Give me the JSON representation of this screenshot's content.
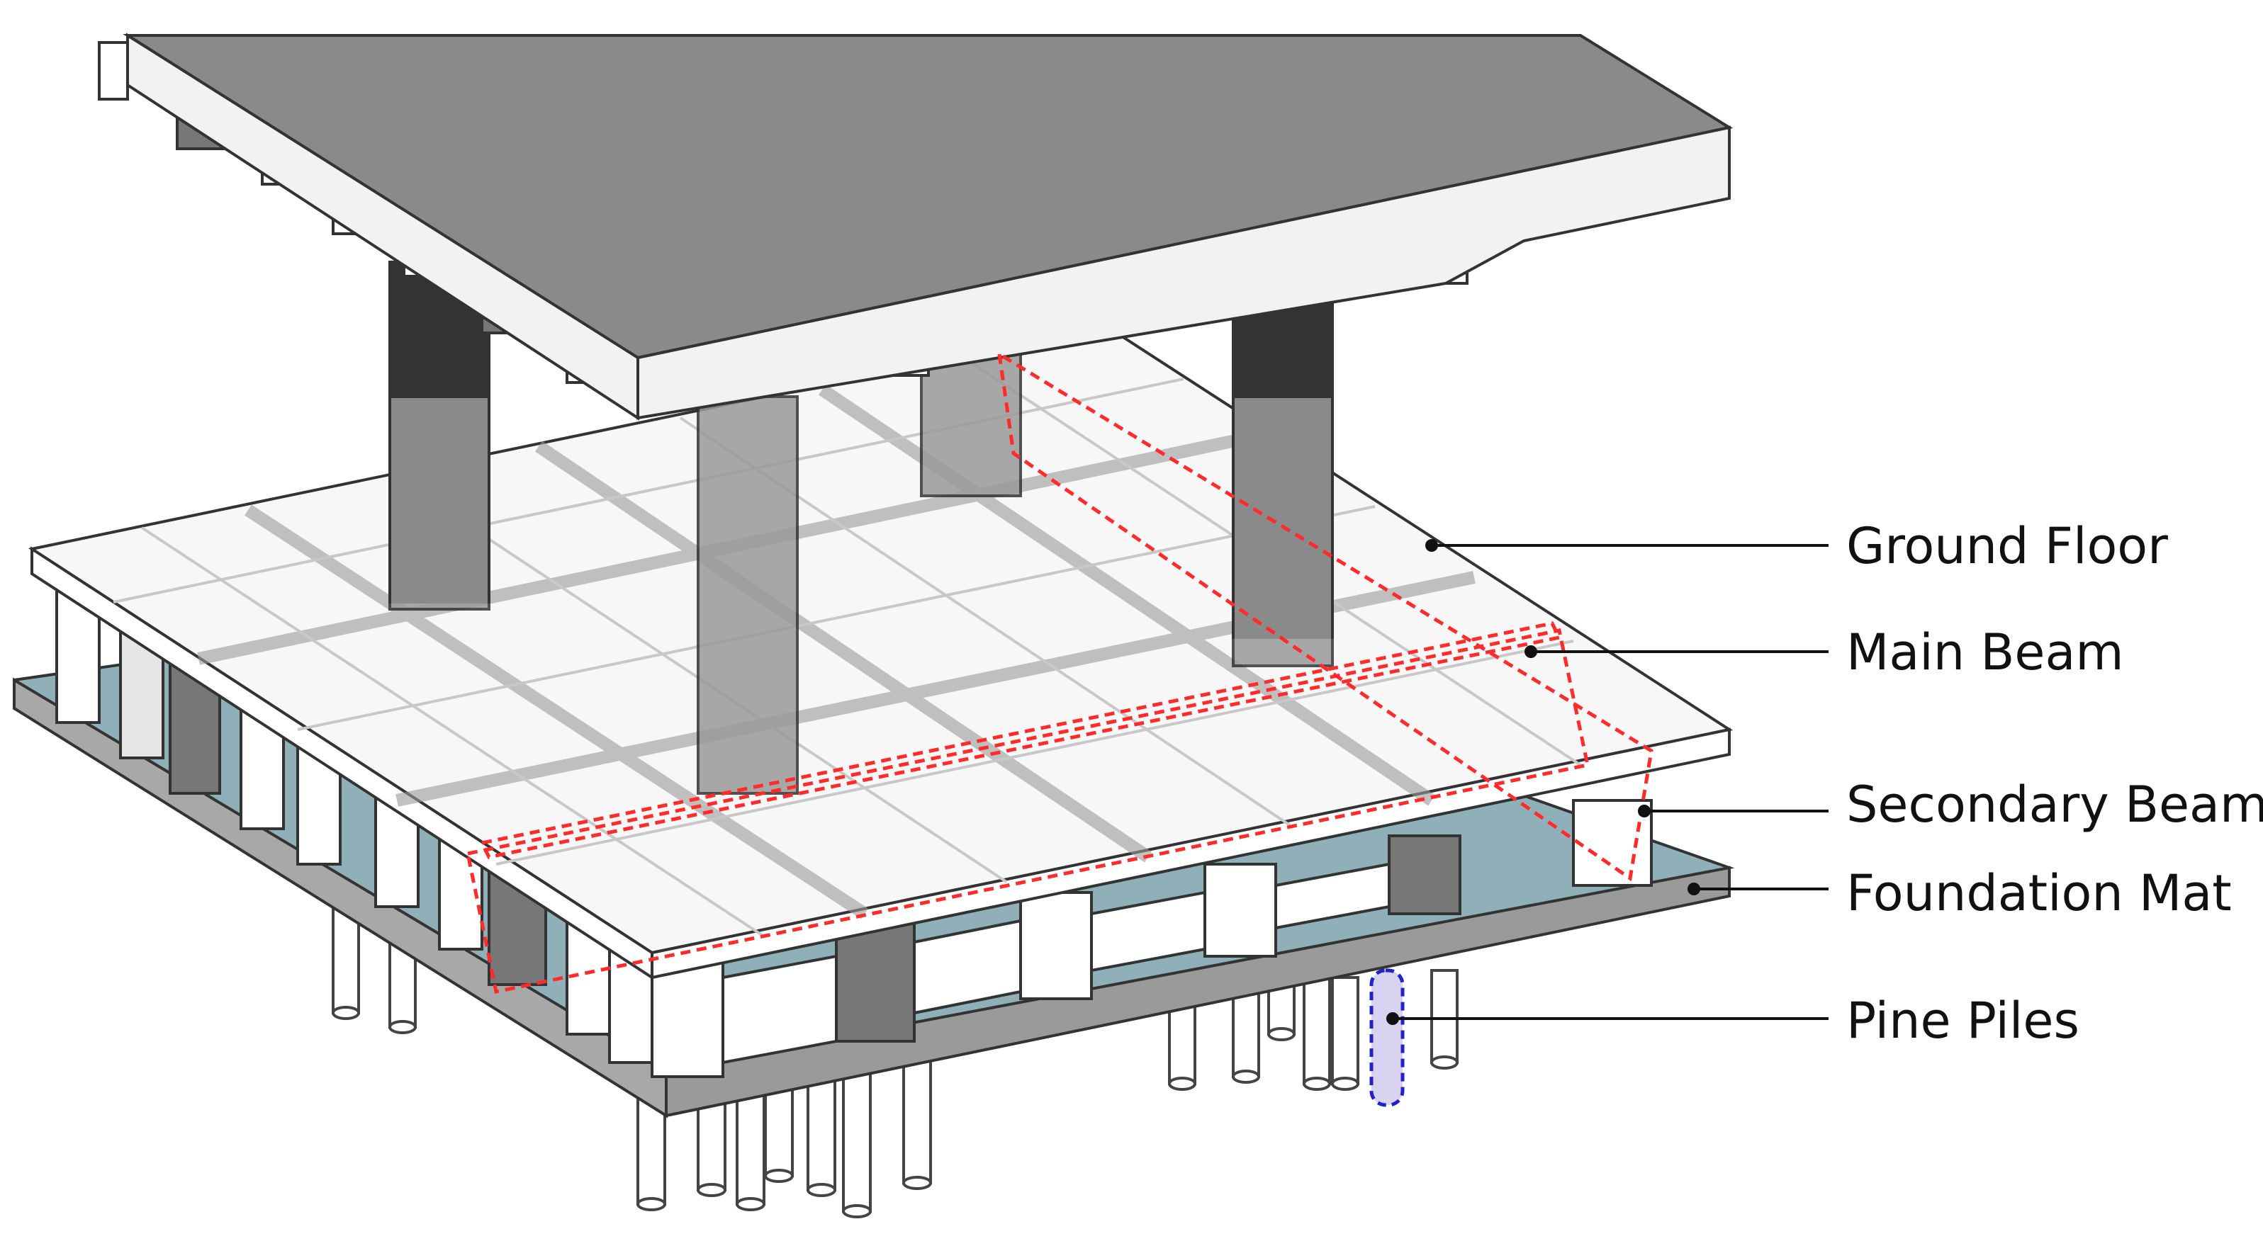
{
  "labels": {
    "ground_floor": "Ground Floor",
    "main_beam": "Main Beam",
    "secondary_beam": "Secondary Beam",
    "foundation_mat": "Foundation Mat",
    "pine_piles": "Pine Piles"
  },
  "colors": {
    "upper_slab_top": "#8a8a8a",
    "upper_slab_side": "#f2f2f2",
    "dark_column": "#333333",
    "translucent_column": "#9a9a9a",
    "ground_floor_slab": "#f7f7f7",
    "foundation_mat_top": "#8fb0b8",
    "foundation_mat_side": "#9a9a9a",
    "highlight_dash": "#ff2a2a",
    "pile_highlight_fill": "#d9d3f2",
    "pile_highlight_stroke": "#2222cc"
  }
}
